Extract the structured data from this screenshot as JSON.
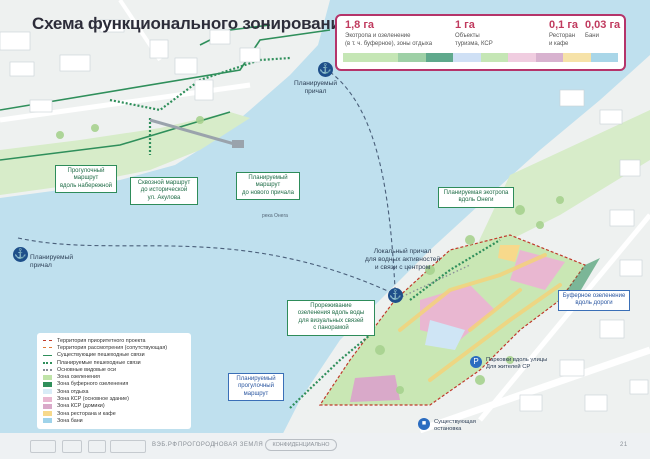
{
  "title": "Схема функционального зонирования",
  "summary": [
    {
      "value": "1,8 га",
      "desc": "Экотропа и озеленение\n(в т. ч. буферное), зоны отдыха"
    },
    {
      "value": "1 га",
      "desc": "Объекты\nтуризма, КСР"
    },
    {
      "value": "0,1 га",
      "desc": "Ресторан\nи кафе"
    },
    {
      "value": "0,03 га",
      "desc": "Бани"
    }
  ],
  "summary_colors": [
    "#c5e6b5",
    "#c5e6b5",
    "#9ed0a6",
    "#5fa98c",
    "#cfe0f5",
    "#c5e6b5",
    "#f0cde0",
    "#d8b2cf",
    "#f6e2a8",
    "#a9d6e8"
  ],
  "callouts": {
    "promenade": "Прогулочный\nмаршрут\nвдоль набережной",
    "through_route": "Сквозной маршрут\nдо исторической\nул. Акулова",
    "planned_route_station": "Планируемый\nмаршрут\nдо нового причала",
    "eco_trail": "Планируемая экотропа\nвдоль Онеги",
    "thinning": "Прореживание\nозеленения вдоль воды\nдля визуальных связей\nс панорамой",
    "planned_walk": "Планируемый\nпрогулочный\nмаршрут",
    "buffer": "Буферное озеленение\nвдоль дороги"
  },
  "labels": {
    "pier_top": "Планируемый\nпричал",
    "pier_left": "Планируемый\nпричал",
    "river": "река Онега",
    "local_pier": "Локальный причал\nдля водных активностей\nи связи с центром",
    "parking": "Парковки вдоль улицы\nДля жителей СР",
    "bus_stop": "Существующая\nостановка"
  },
  "legend": [
    {
      "label": "Территория приоритетного проекта",
      "color": "#c0392b",
      "kind": "dash"
    },
    {
      "label": "Территория рассмотрения (сопутствующая)",
      "color": "#e07b39",
      "kind": "dash"
    },
    {
      "label": "Существующие пешеходные связи",
      "color": "#2f8f5b",
      "kind": "line"
    },
    {
      "label": "Планируемые пешеходные связи",
      "color": "#2f8f5b",
      "kind": "dots"
    },
    {
      "label": "Основные видовые оси",
      "color": "#8a8f98",
      "kind": "dots"
    },
    {
      "label": "Зона озеленения",
      "color": "#bfe3a8",
      "kind": "fill"
    },
    {
      "label": "Зона буферного озеленения",
      "color": "#2f8f5b",
      "kind": "fill"
    },
    {
      "label": "Зона отдыха",
      "color": "#d8ecf7",
      "kind": "fill"
    },
    {
      "label": "Зона КСР (основное здание)",
      "color": "#e9b7d1",
      "kind": "fill"
    },
    {
      "label": "Зона КСР (домики)",
      "color": "#d9a9c9",
      "kind": "fill"
    },
    {
      "label": "Зона ресторана и кафе",
      "color": "#f7d98b",
      "kind": "fill"
    },
    {
      "label": "Зона бани",
      "color": "#9fd3ea",
      "kind": "fill"
    }
  ],
  "footer": {
    "brand1": "ВЭБ.РФ",
    "brand2": "ПРОГОРОД",
    "brand3": "НОВАЯ ЗЕМЛЯ",
    "confidential": "КОНФИДЕНЦИАЛЬНО",
    "page": "21"
  },
  "colors": {
    "water": "#bfe0ee",
    "land": "#eef1f0",
    "green": "#bfe3a8",
    "accent": "#b5346a"
  }
}
